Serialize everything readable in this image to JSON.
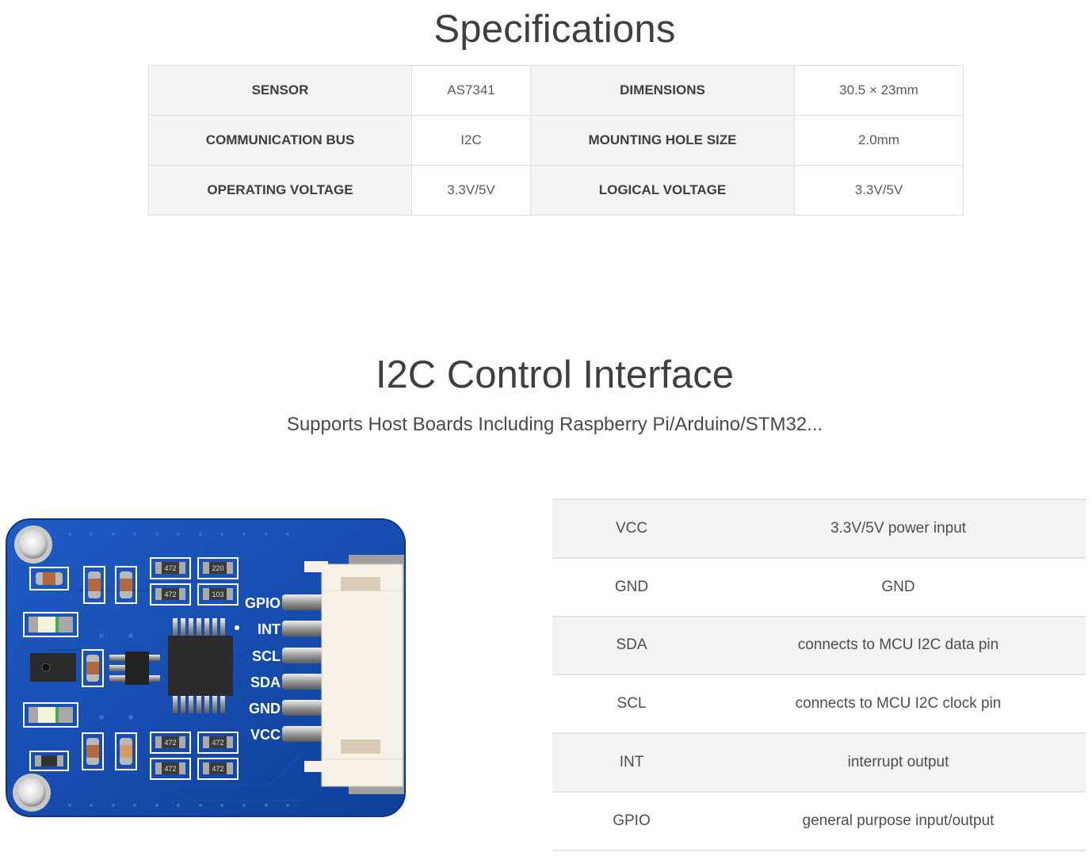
{
  "specifications": {
    "title": "Specifications",
    "rows": [
      {
        "label1": "SENSOR",
        "value1": "AS7341",
        "label2": "DIMENSIONS",
        "value2": "30.5 × 23mm"
      },
      {
        "label1": "COMMUNICATION BUS",
        "value1": "I2C",
        "label2": "MOUNTING HOLE SIZE",
        "value2": "2.0mm"
      },
      {
        "label1": "OPERATING VOLTAGE",
        "value1": "3.3V/5V",
        "label2": "LOGICAL VOLTAGE",
        "value2": "3.3V/5V"
      }
    ]
  },
  "interface": {
    "title": "I2C Control Interface",
    "subtitle": "Supports Host Boards Including Raspberry Pi/Arduino/STM32...",
    "board": {
      "image_alt": "AS7341 spectral sensor module board",
      "pcb_color": "#1a4fb0",
      "silkscreen_labels": [
        "GPIO",
        "INT",
        "SCL",
        "SDA",
        "GND",
        "VCC"
      ],
      "resistor_codes": [
        "472",
        "220",
        "472",
        "103",
        "472",
        "472",
        "472",
        "472"
      ]
    },
    "pins": [
      {
        "pin": "VCC",
        "description": "3.3V/5V power input"
      },
      {
        "pin": "GND",
        "description": "GND"
      },
      {
        "pin": "SDA",
        "description": "connects to MCU I2C data pin"
      },
      {
        "pin": "SCL",
        "description": "connects to MCU I2C clock pin"
      },
      {
        "pin": "INT",
        "description": "interrupt output"
      },
      {
        "pin": "GPIO",
        "description": "general purpose input/output"
      }
    ]
  }
}
